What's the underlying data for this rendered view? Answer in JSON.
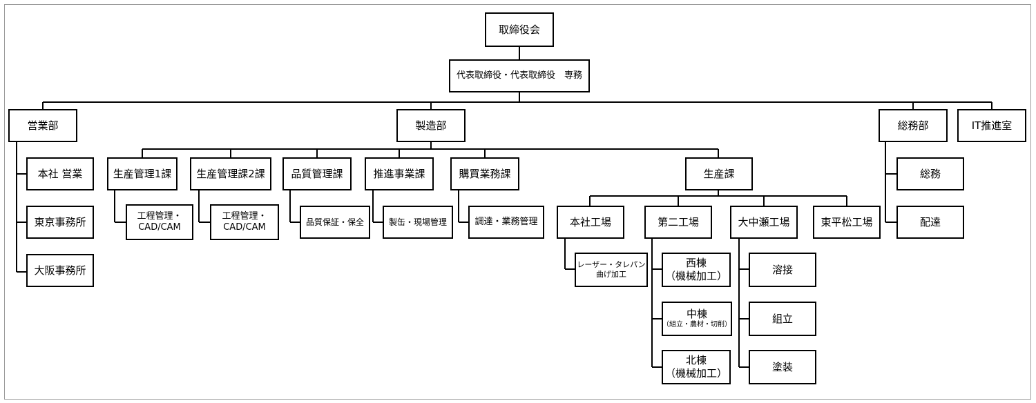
{
  "org": {
    "board": "取締役会",
    "executives": "代表取締役・代表取締役　専務",
    "sales": {
      "name": "営業部",
      "units": [
        "本社 営業",
        "東京事務所",
        "大阪事務所"
      ]
    },
    "manufacturing": {
      "name": "製造部",
      "sections": {
        "pc1": {
          "name": "生産管理1課",
          "sub_line1": "工程管理・",
          "sub_line2": "CAD/CAM"
        },
        "pc2": {
          "name": "生産管理課2課",
          "sub_line1": "工程管理・",
          "sub_line2": "CAD/CAM"
        },
        "qc": {
          "name": "品質管理課",
          "sub": "品質保証・保全"
        },
        "promo": {
          "name": "推進事業課",
          "sub": "製缶・現場管理"
        },
        "purchase": {
          "name": "購買業務課",
          "sub": "調達・業務管理"
        },
        "production": {
          "name": "生産課",
          "plants": {
            "honsha": {
              "name": "本社工場",
              "sub_line1": "レーザー・タレパン",
              "sub_line2": "曲げ加工"
            },
            "daini": {
              "name": "第二工場",
              "west_line1": "西棟",
              "west_line2": "（機械加工）",
              "center_line1": "中棟",
              "center_line2": "（組立・農材・切削）",
              "north_line1": "北棟",
              "north_line2": "（機械加工）"
            },
            "onakase": {
              "name": "大中瀬工場",
              "subs": [
                "溶接",
                "組立",
                "塗装"
              ]
            },
            "higashi": {
              "name": "東平松工場"
            }
          }
        }
      }
    },
    "general_affairs": {
      "name": "総務部",
      "units": [
        "総務",
        "配達"
      ]
    },
    "it": "IT推進室"
  }
}
